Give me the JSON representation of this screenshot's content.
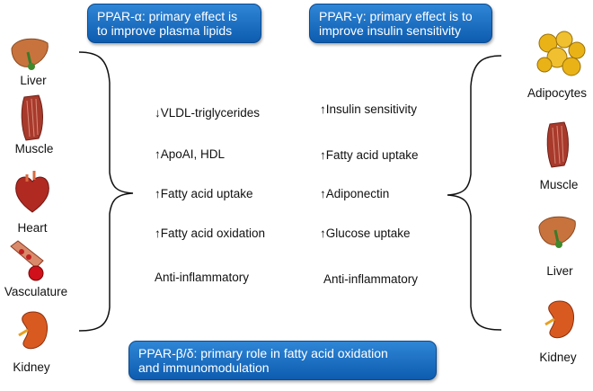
{
  "boxes": {
    "alpha": {
      "line1": "PPAR-α: primary effect is",
      "line2": "to improve plasma lipids"
    },
    "gamma": {
      "line1": "PPAR-γ: primary effect is to",
      "line2": "improve insulin sensitivity"
    },
    "beta_delta": {
      "line1": "PPAR-β/δ: primary role in fatty acid oxidation",
      "line2": "and immunomodulation"
    }
  },
  "left_organs": [
    {
      "label": "Liver",
      "icon": "liver-icon"
    },
    {
      "label": "Muscle",
      "icon": "muscle-icon"
    },
    {
      "label": "Heart",
      "icon": "heart-icon"
    },
    {
      "label": "Vasculature",
      "icon": "vasculature-icon"
    },
    {
      "label": "Kidney",
      "icon": "kidney-icon"
    }
  ],
  "right_organs": [
    {
      "label": "Adipocytes",
      "icon": "adipocytes-icon"
    },
    {
      "label": "Muscle",
      "icon": "muscle-icon"
    },
    {
      "label": "Liver",
      "icon": "liver-icon"
    },
    {
      "label": "Kidney",
      "icon": "kidney-icon"
    }
  ],
  "alpha_effects": [
    "↓VLDL-triglycerides",
    "↑ApoAI, HDL",
    "↑Fatty acid uptake",
    "↑Fatty acid oxidation",
    "Anti-inflammatory"
  ],
  "gamma_effects": [
    "↑Insulin sensitivity",
    "↑Fatty acid uptake",
    "↑Adiponectin",
    "↑Glucose uptake",
    "Anti-inflammatory"
  ],
  "colors": {
    "box_blue": "#1a6cc4",
    "liver": "#c8733d",
    "muscle": "#a83a2c",
    "heart": "#b02a22",
    "kidney": "#d95a20",
    "adipocyte": "#e9b318"
  }
}
